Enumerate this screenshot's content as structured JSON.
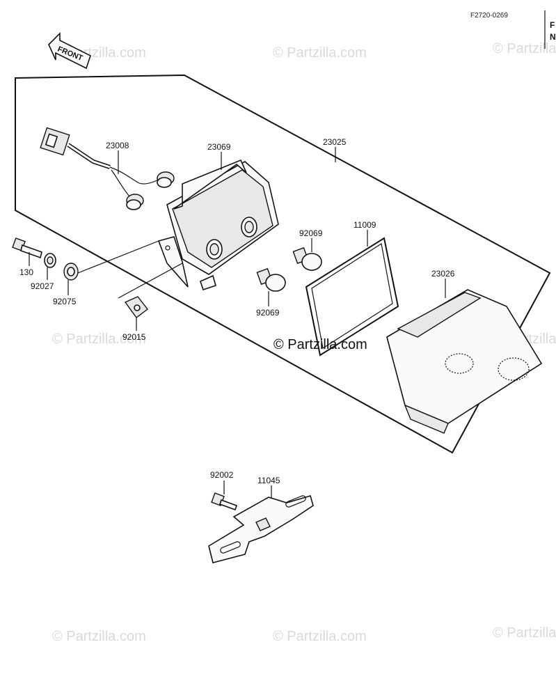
{
  "figure_code": "F2720-0269",
  "corner_chars": [
    "F",
    "N"
  ],
  "front_label": "FRONT",
  "watermark": "© Partzilla.com",
  "watermark_center": "© Partzilla.com",
  "parts": {
    "p23008": "23008",
    "p23069": "23069",
    "p23025": "23025",
    "p11009": "11009",
    "p92069a": "92069",
    "p92069b": "92069",
    "p23026": "23026",
    "p130": "130",
    "p92027": "92027",
    "p92075": "92075",
    "p92015": "92015",
    "p92002": "92002",
    "p11045": "11045"
  }
}
